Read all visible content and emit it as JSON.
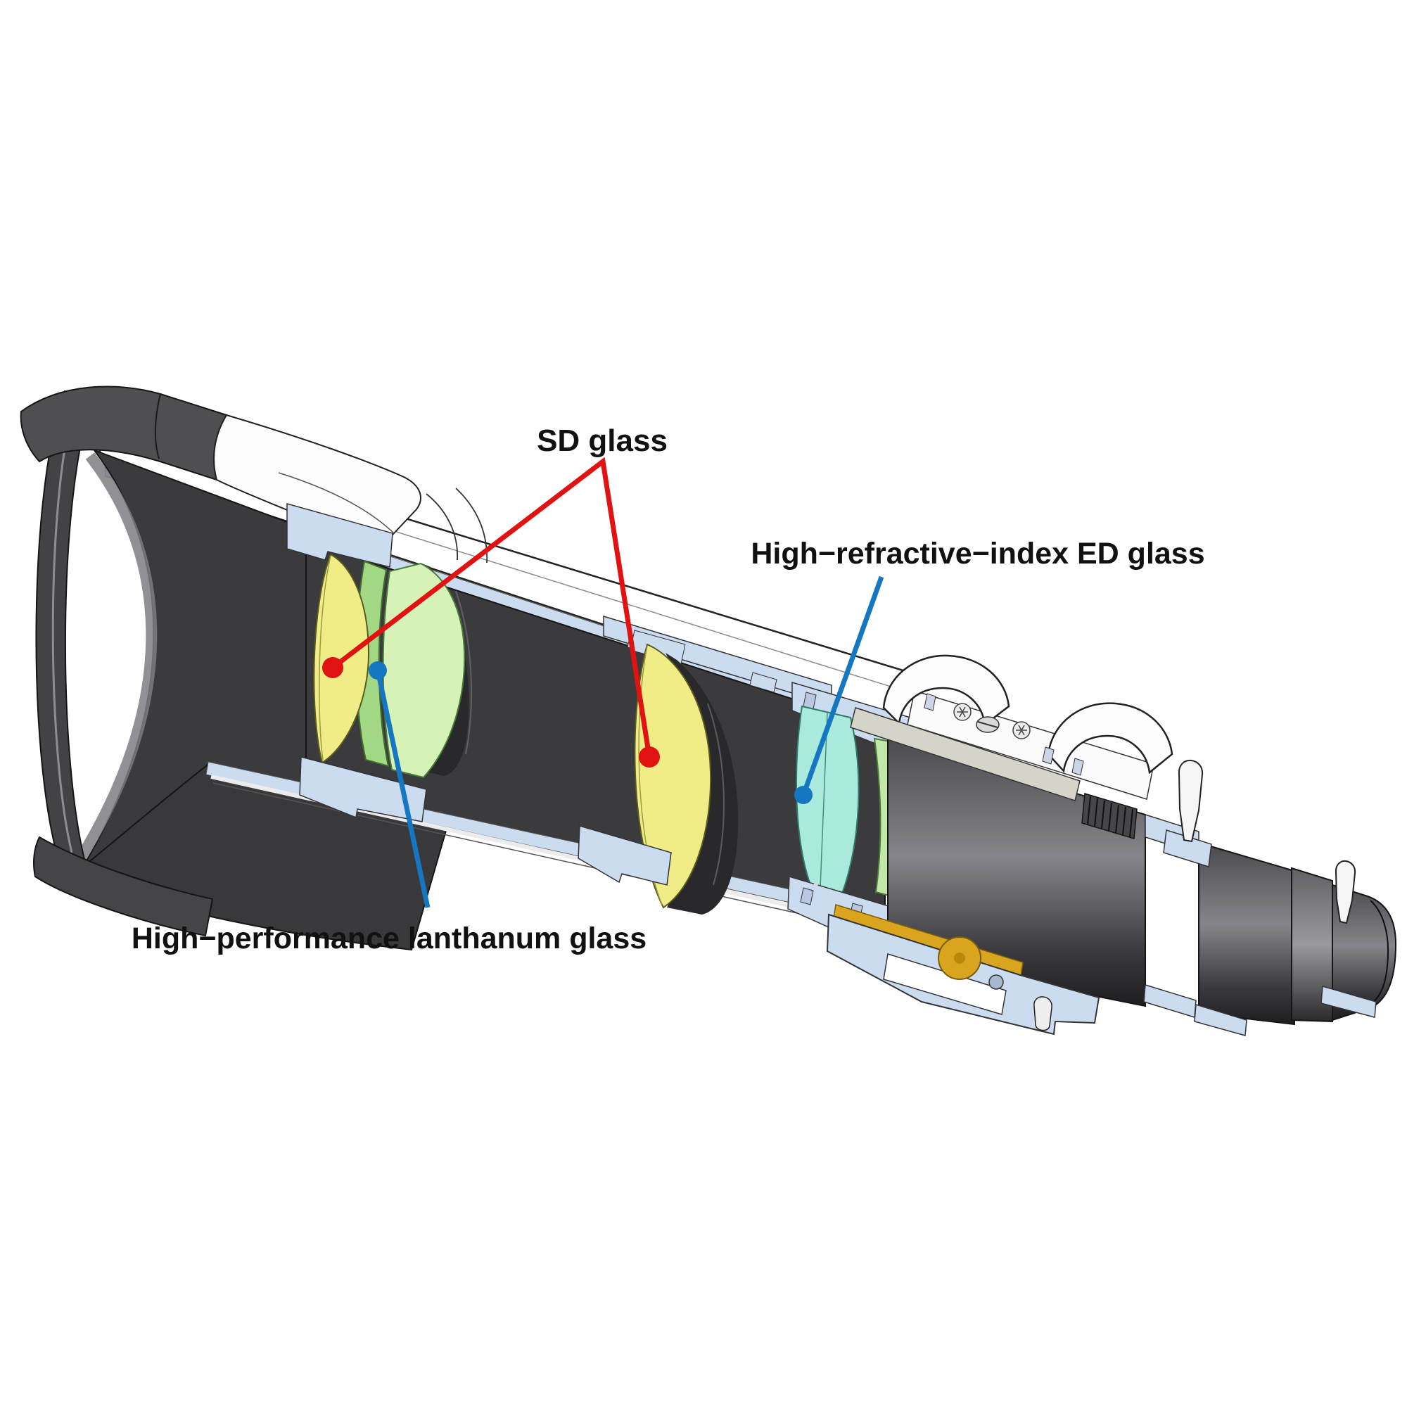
{
  "page": {
    "background": "#ffffff"
  },
  "diagram": {
    "type": "telescope-optics-cutaway",
    "labels": {
      "sd_glass": "SD glass",
      "ed_glass": "High−refractive−index ED glass",
      "lanthanum_glass": "High−performance lanthanum glass"
    },
    "annotations": [
      {
        "label": "SD glass",
        "leader_color": "#e01212",
        "marked_elements": 2
      },
      {
        "label": "High−refractive−index ED glass",
        "leader_color": "#1577c2",
        "marked_elements": 1
      },
      {
        "label": "High−performance lanthanum glass",
        "leader_color": "#1577c2",
        "marked_elements": 1
      }
    ],
    "colors": {
      "sd_lens_yellow": "#f0ec86",
      "lanthanum_lens_green": "#a2d884",
      "mating_lens_pale_green": "#d6f2b6",
      "ed_lens_cyan": "#aaeadc",
      "rear_lens_green": "#c2e8a8",
      "rear_lens_pale": "#dff2b0",
      "cut_metal_blue": "#ccdcf0",
      "tube_dark": "#3b3b3d",
      "tube_dark_deep": "#29292b",
      "rack_gold": "#d9a51e",
      "leader_red": "#e01212",
      "leader_blue": "#1577c2",
      "label_text": "#111111"
    }
  }
}
